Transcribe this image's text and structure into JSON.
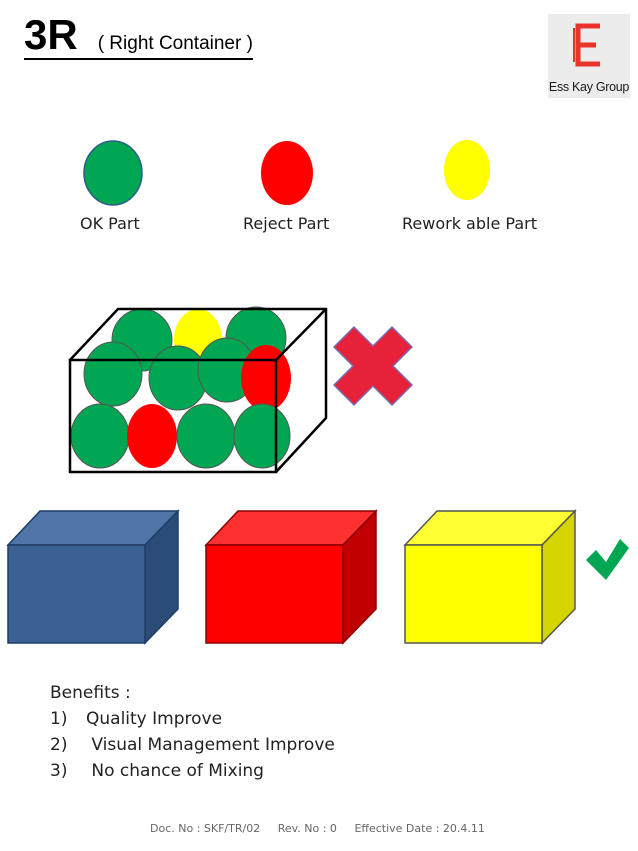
{
  "header": {
    "title": "3R",
    "subtitle": "( Right Container )"
  },
  "logo": {
    "text": "Ess Kay Group",
    "color": "#e8322a"
  },
  "legend": [
    {
      "label": "OK Part",
      "color": "#00a651"
    },
    {
      "label": "Reject Part",
      "color": "#ff0000"
    },
    {
      "label": "Rework able Part",
      "color": "#ffff00"
    }
  ],
  "wrong_box": {
    "parts": [
      "green",
      "yellow",
      "green",
      "green",
      "green",
      "green",
      "red",
      "green",
      "red",
      "green",
      "green"
    ],
    "status_icon": "cross-icon",
    "status_color": "#e8213a"
  },
  "right_containers": [
    {
      "name": "blue",
      "color": "#3a6094"
    },
    {
      "name": "red",
      "color": "#ff0000"
    },
    {
      "name": "yellow",
      "color": "#ffff00"
    }
  ],
  "right_status": {
    "icon": "checkmark-icon",
    "color": "#00a651"
  },
  "benefits": {
    "heading": "Benefits :",
    "items": [
      {
        "num": "1)",
        "text": "Quality Improve"
      },
      {
        "num": "2)",
        "text": " Visual Management Improve"
      },
      {
        "num": "3)",
        "text": " No chance of Mixing"
      }
    ]
  },
  "footer": {
    "doc_no": "Doc. No : SKF/TR/02",
    "rev_no": "Rev. No : 0",
    "effective_date": "Effective Date : 20.4.11"
  }
}
